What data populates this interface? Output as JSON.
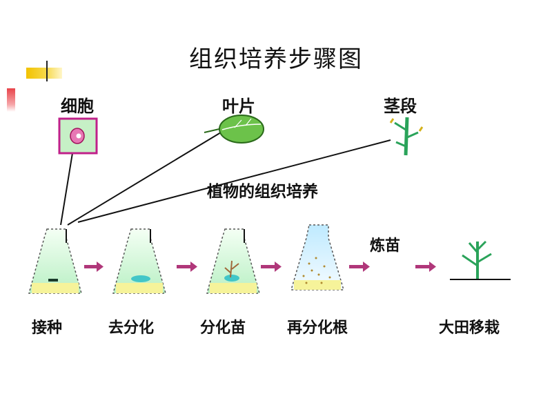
{
  "title": "组织培养步骤图",
  "subtitle": "植物的组织培养",
  "sources": {
    "cell": "细胞",
    "leaf": "叶片",
    "stem": "茎段"
  },
  "steps": [
    "接种",
    "去分化",
    "分化苗",
    "再分化根",
    "大田移栽"
  ],
  "transplant_label": "炼苗",
  "colors": {
    "arrow": "#b0377a",
    "cell_box_border": "#c0208a",
    "cell_box_fill": "#c6f0c6",
    "medium": "#f6f39a",
    "plant": "#2aa35a",
    "leaf": "#6cc24a"
  }
}
